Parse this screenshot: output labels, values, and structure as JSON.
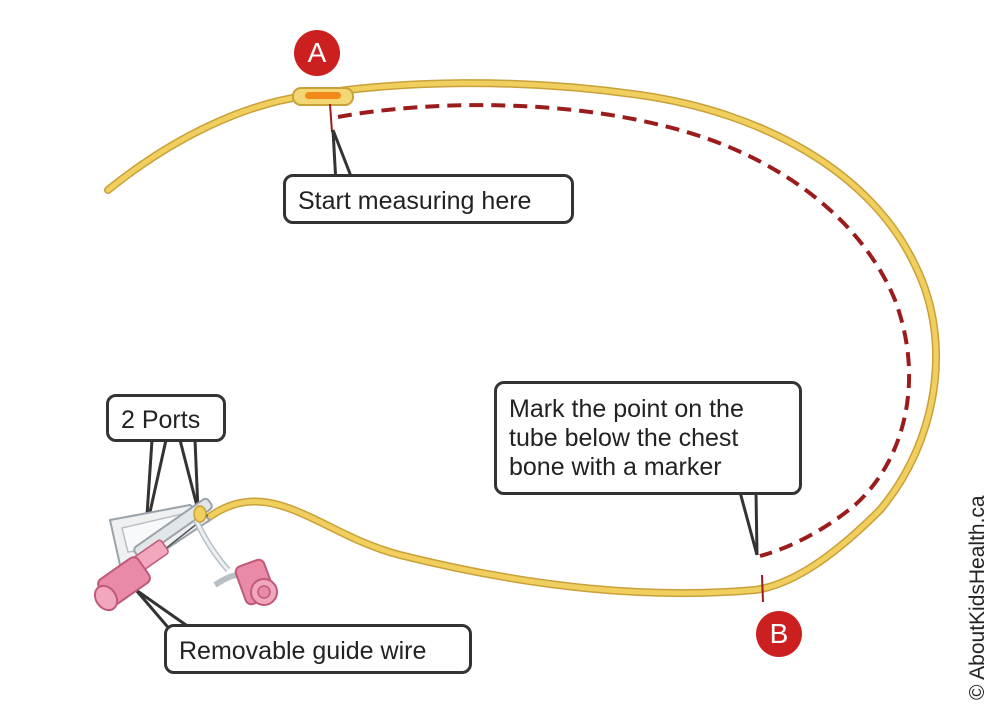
{
  "labels": {
    "point_a": "A",
    "point_b": "B",
    "start_measuring": "Start measuring here",
    "mark_point": [
      "Mark the point on the",
      "tube below the chest",
      "bone with a marker"
    ],
    "ports": "2 Ports",
    "guide_wire": "Removable guide wire"
  },
  "copyright": "© AboutKidsHealth.ca",
  "colors": {
    "tube": "#f0cf5e",
    "tube_edge": "#c9a13a",
    "marker_line": "#9b1c1c",
    "badge": "#cc1f1f",
    "connector_pink": "#e98aa6",
    "callout_border": "#333333"
  }
}
